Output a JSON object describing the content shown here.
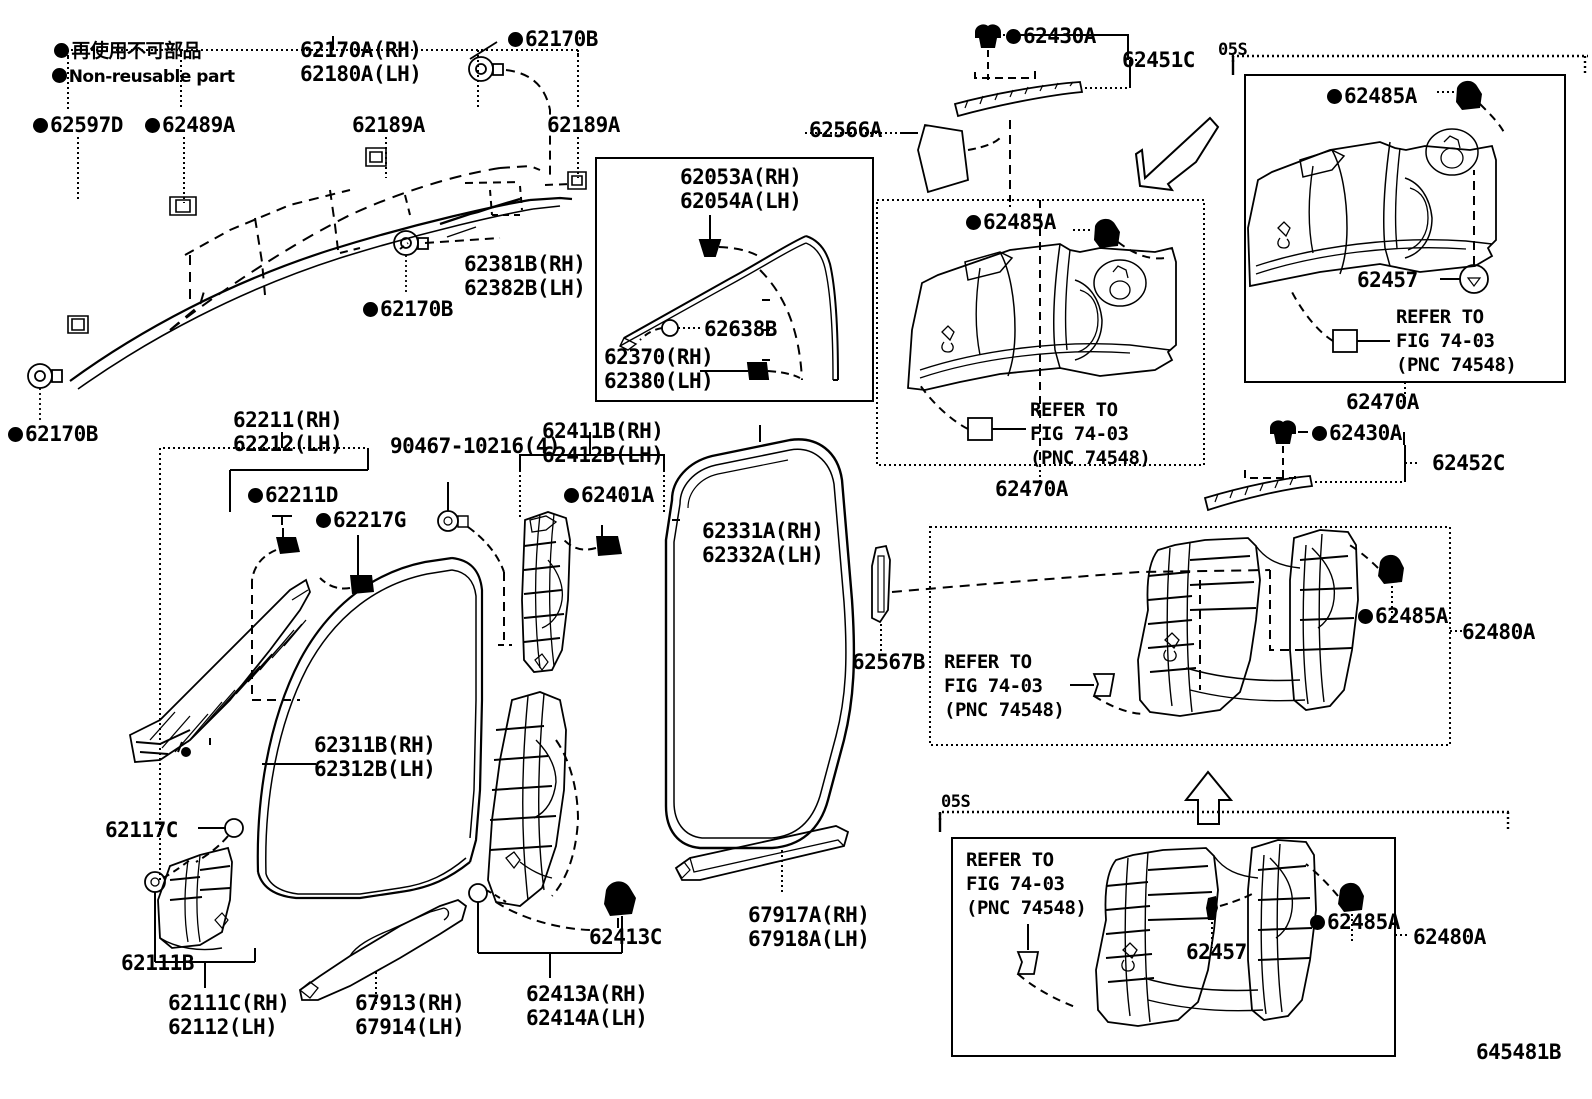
{
  "diagram": {
    "sheet_number": "645481B",
    "legend": [
      {
        "symbol": "filled-circle",
        "text_jp": "再使用不可部品"
      },
      {
        "symbol": "filled-circle",
        "text_en": "Non-reusable part"
      }
    ],
    "group_markers": [
      "05S",
      "05S"
    ],
    "refer_notes": [
      {
        "line1": "REFER TO",
        "line2": "FIG 74-03",
        "line3": "(PNC 74548)"
      },
      {
        "line1": "REFER TO",
        "line2": "FIG 74-03",
        "line3": "(PNC 74548)"
      },
      {
        "line1": "REFER TO",
        "line2": "FIG 74-03",
        "line3": "(PNC 74548)"
      },
      {
        "line1": "REFER TO",
        "line2": "FIG 74-03",
        "line3": "(PNC 74548)"
      }
    ],
    "parts": [
      {
        "id": "p1",
        "label": "62170A(RH)",
        "label2": "62180A(LH)",
        "nonreusable": false
      },
      {
        "id": "p2",
        "label": "62170B",
        "nonreusable": true
      },
      {
        "id": "p3",
        "label": "62597D",
        "nonreusable": true
      },
      {
        "id": "p4",
        "label": "62489A",
        "nonreusable": true
      },
      {
        "id": "p5",
        "label": "62189A",
        "nonreusable": false
      },
      {
        "id": "p6",
        "label": "62189A",
        "nonreusable": false
      },
      {
        "id": "p7",
        "label": "62170B",
        "nonreusable": true
      },
      {
        "id": "p8",
        "label": "62170B",
        "nonreusable": true
      },
      {
        "id": "p9",
        "label": "62381B(RH)",
        "label2": "62382B(LH)",
        "nonreusable": false
      },
      {
        "id": "p10",
        "label": "62053A(RH)",
        "label2": "62054A(LH)",
        "nonreusable": false
      },
      {
        "id": "p11",
        "label": "62638B",
        "nonreusable": false
      },
      {
        "id": "p12",
        "label": "62370(RH)",
        "label2": "62380(LH)",
        "nonreusable": false
      },
      {
        "id": "p13",
        "label": "62430A",
        "nonreusable": true
      },
      {
        "id": "p14",
        "label": "62451C",
        "nonreusable": false
      },
      {
        "id": "p15",
        "label": "62566A",
        "nonreusable": false
      },
      {
        "id": "p16",
        "label": "62485A",
        "nonreusable": true
      },
      {
        "id": "p17",
        "label": "62470A",
        "nonreusable": false
      },
      {
        "id": "p18",
        "label": "62485A",
        "nonreusable": true
      },
      {
        "id": "p19",
        "label": "62457",
        "nonreusable": false
      },
      {
        "id": "p20",
        "label": "62470A",
        "nonreusable": false
      },
      {
        "id": "p21",
        "label": "62430A",
        "nonreusable": true
      },
      {
        "id": "p22",
        "label": "62452C",
        "nonreusable": false
      },
      {
        "id": "p23",
        "label": "62211(RH)",
        "label2": "62212(LH)",
        "nonreusable": false
      },
      {
        "id": "p24",
        "label": "62211D",
        "nonreusable": true
      },
      {
        "id": "p25",
        "label": "62217G",
        "nonreusable": true
      },
      {
        "id": "p26",
        "label": "90467-10216(4)",
        "nonreusable": false
      },
      {
        "id": "p27",
        "label": "62411B(RH)",
        "label2": "62412B(LH)",
        "nonreusable": false
      },
      {
        "id": "p28",
        "label": "62401A",
        "nonreusable": true
      },
      {
        "id": "p29",
        "label": "62331A(RH)",
        "label2": "62332A(LH)",
        "nonreusable": false
      },
      {
        "id": "p30",
        "label": "62567B",
        "nonreusable": false
      },
      {
        "id": "p31",
        "label": "62485A",
        "nonreusable": true
      },
      {
        "id": "p32",
        "label": "62480A",
        "nonreusable": false
      },
      {
        "id": "p33",
        "label": "62311B(RH)",
        "label2": "62312B(LH)",
        "nonreusable": false
      },
      {
        "id": "p34",
        "label": "62117C",
        "nonreusable": false
      },
      {
        "id": "p35",
        "label": "62111B",
        "nonreusable": false
      },
      {
        "id": "p36",
        "label": "62111C(RH)",
        "label2": "62112(LH)",
        "nonreusable": false
      },
      {
        "id": "p37",
        "label": "67913(RH)",
        "label2": "67914(LH)",
        "nonreusable": false
      },
      {
        "id": "p38",
        "label": "62413C",
        "nonreusable": false
      },
      {
        "id": "p39",
        "label": "62413A(RH)",
        "label2": "62414A(LH)",
        "nonreusable": false
      },
      {
        "id": "p40",
        "label": "67917A(RH)",
        "label2": "67918A(LH)",
        "nonreusable": false
      },
      {
        "id": "p41",
        "label": "62457",
        "nonreusable": false
      },
      {
        "id": "p42",
        "label": "62485A",
        "nonreusable": true
      },
      {
        "id": "p43",
        "label": "62480A",
        "nonreusable": false
      }
    ],
    "colors": {
      "ink": "#000000",
      "paper": "#ffffff"
    }
  }
}
